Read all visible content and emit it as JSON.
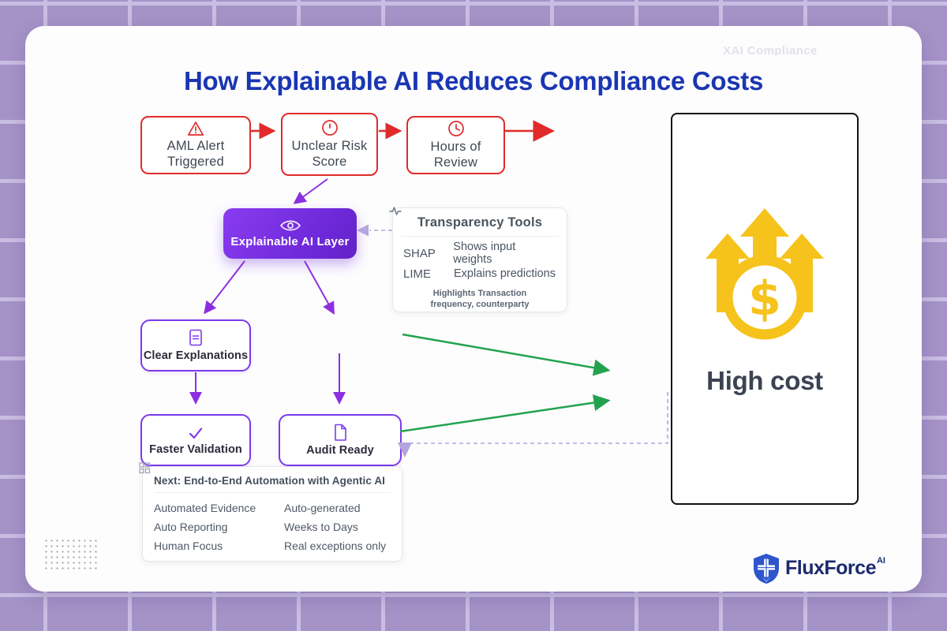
{
  "watermark": "XAI Compliance",
  "title": "How Explainable AI Reduces Compliance Costs",
  "colors": {
    "red": "#e02b2b",
    "purple": "#7c3aed",
    "purple_arrow": "#8b2fe0",
    "purple_light": "#b3a5dd",
    "green": "#21a24d",
    "yellow": "#f6c31c",
    "title_blue": "#1a36b2",
    "navy": "#1c2b6d",
    "text_dark": "#3b4252",
    "gray_text": "#4b5563",
    "bg_purple": "#a593c8",
    "grid_line": "#c9bde3",
    "border_gray": "#e5e7eb",
    "black": "#111111"
  },
  "problem_flow": {
    "steps": [
      {
        "label": "AML Alert Triggered",
        "icon": "warning-triangle-icon"
      },
      {
        "label": "Unclear Risk Score",
        "icon": "gauge-alert-icon"
      },
      {
        "label": "Hours of Review",
        "icon": "clock-icon"
      }
    ]
  },
  "ai_layer": {
    "label": "Explainable AI Layer",
    "icon": "eye-icon"
  },
  "transparency_panel": {
    "title": "Transparency Tools",
    "rows": [
      {
        "tool": "SHAP",
        "desc": "Shows input weights"
      },
      {
        "tool": "LIME",
        "desc": "Explains predictions"
      }
    ],
    "note_line1": "Highlights Transaction",
    "note_line2": "frequency, counterparty"
  },
  "benefits": [
    {
      "label": "Clear Explanations",
      "icon": "document-lines-icon"
    },
    {
      "label": "Faster Validation",
      "icon": "check-icon"
    },
    {
      "label": "Audit Ready",
      "icon": "file-icon"
    }
  ],
  "next_panel": {
    "title": "Next: End-to-End Automation with Agentic AI",
    "rows": [
      {
        "left": "Automated Evidence",
        "right": "Auto-generated"
      },
      {
        "left": "Auto Reporting",
        "right": "Weeks to Days"
      },
      {
        "left": "Human Focus",
        "right": "Real exceptions only"
      }
    ]
  },
  "cost_box": {
    "label": "High cost",
    "icon": "rising-cost-icon"
  },
  "brand": {
    "name": "FluxForce",
    "suffix": "AI",
    "icon": "shield-logo-icon"
  }
}
